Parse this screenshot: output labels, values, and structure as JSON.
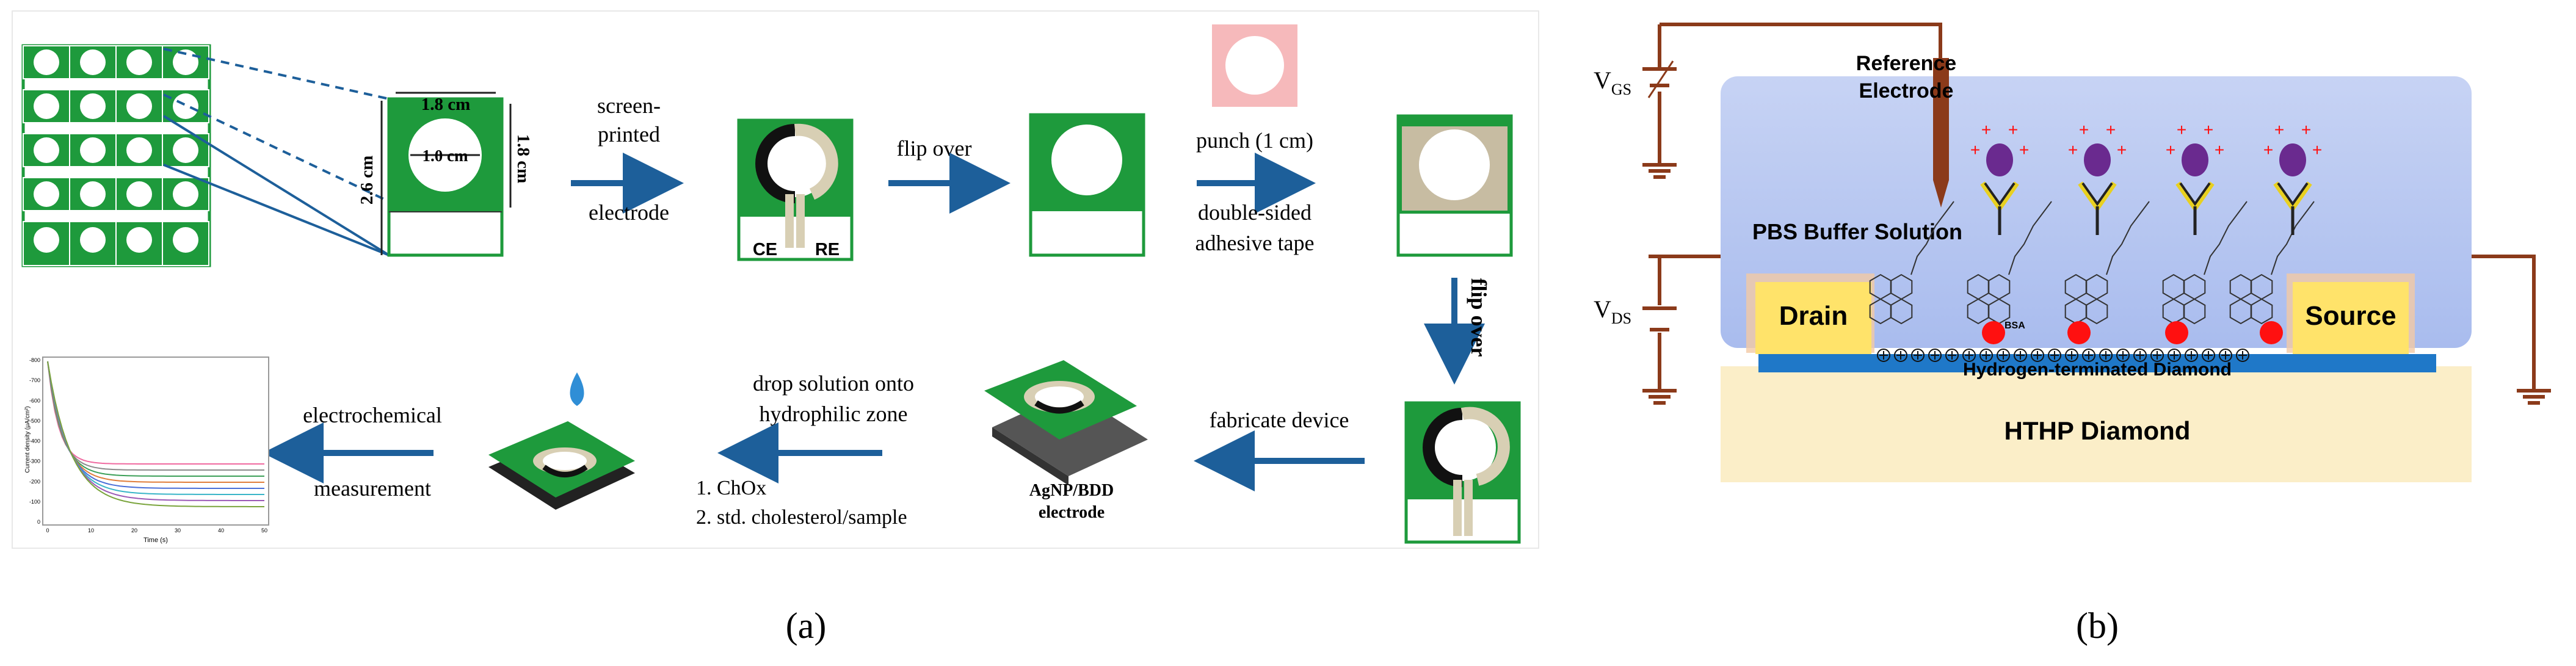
{
  "panel_a": {
    "dim_width": "1.8 cm",
    "dim_height": "1.8 cm",
    "dim_total": "2.6 cm",
    "dim_hole": "1.0 cm",
    "step_screen_printed": [
      "screen-",
      "printed",
      "electrode"
    ],
    "label_ce": "CE",
    "label_re": "RE",
    "step_flip_over": "flip over",
    "step_punch": "punch (1 cm)",
    "step_tape": [
      "double-sided",
      "adhesive tape"
    ],
    "step_flip_over_vertical": "flip over",
    "step_fabricate": "fabricate device",
    "device_label": [
      "AgNP/BDD",
      "electrode"
    ],
    "step_drop": [
      "drop solution onto",
      "hydrophilic zone"
    ],
    "drop_list": [
      "1. ChOx",
      "2. std. cholesterol/sample"
    ],
    "step_measure": [
      "electrochemical",
      "measurement"
    ],
    "mini_chart": {
      "ylabel": "Current density (μA/cm²)",
      "xlabel": "Time (s)",
      "yticks": [
        "-800",
        "-700",
        "-600",
        "-500",
        "-400",
        "-300",
        "-200",
        "-100",
        "0"
      ],
      "xticks": [
        "0",
        "10",
        "20",
        "30",
        "40",
        "50"
      ]
    },
    "caption": "(a)"
  },
  "panel_b": {
    "vgs_label": "V",
    "vgs_sub": "GS",
    "vds_label": "V",
    "vds_sub": "DS",
    "reference_electrode": [
      "Reference",
      "Electrode"
    ],
    "pbs_buffer": "PBS Buffer Solution",
    "drain": "Drain",
    "source": "Source",
    "bsa": "BSA",
    "hydrogen_terminated": "Hydrogen-terminated Diamond",
    "hthp": "HTHP Diamond",
    "caption": "(b)"
  },
  "colors": {
    "green": "#1e9a3c",
    "arrow_blue": "#1d5f9a",
    "wire": "#8b3a1a",
    "drain_fill": "#ffe36a",
    "channel_blue": "#1f78c8",
    "solution": "#c9d6f5",
    "substrate": "#fbeec8",
    "bsa_red": "#ff1010",
    "antibody_purple": "#6a2a8f"
  }
}
